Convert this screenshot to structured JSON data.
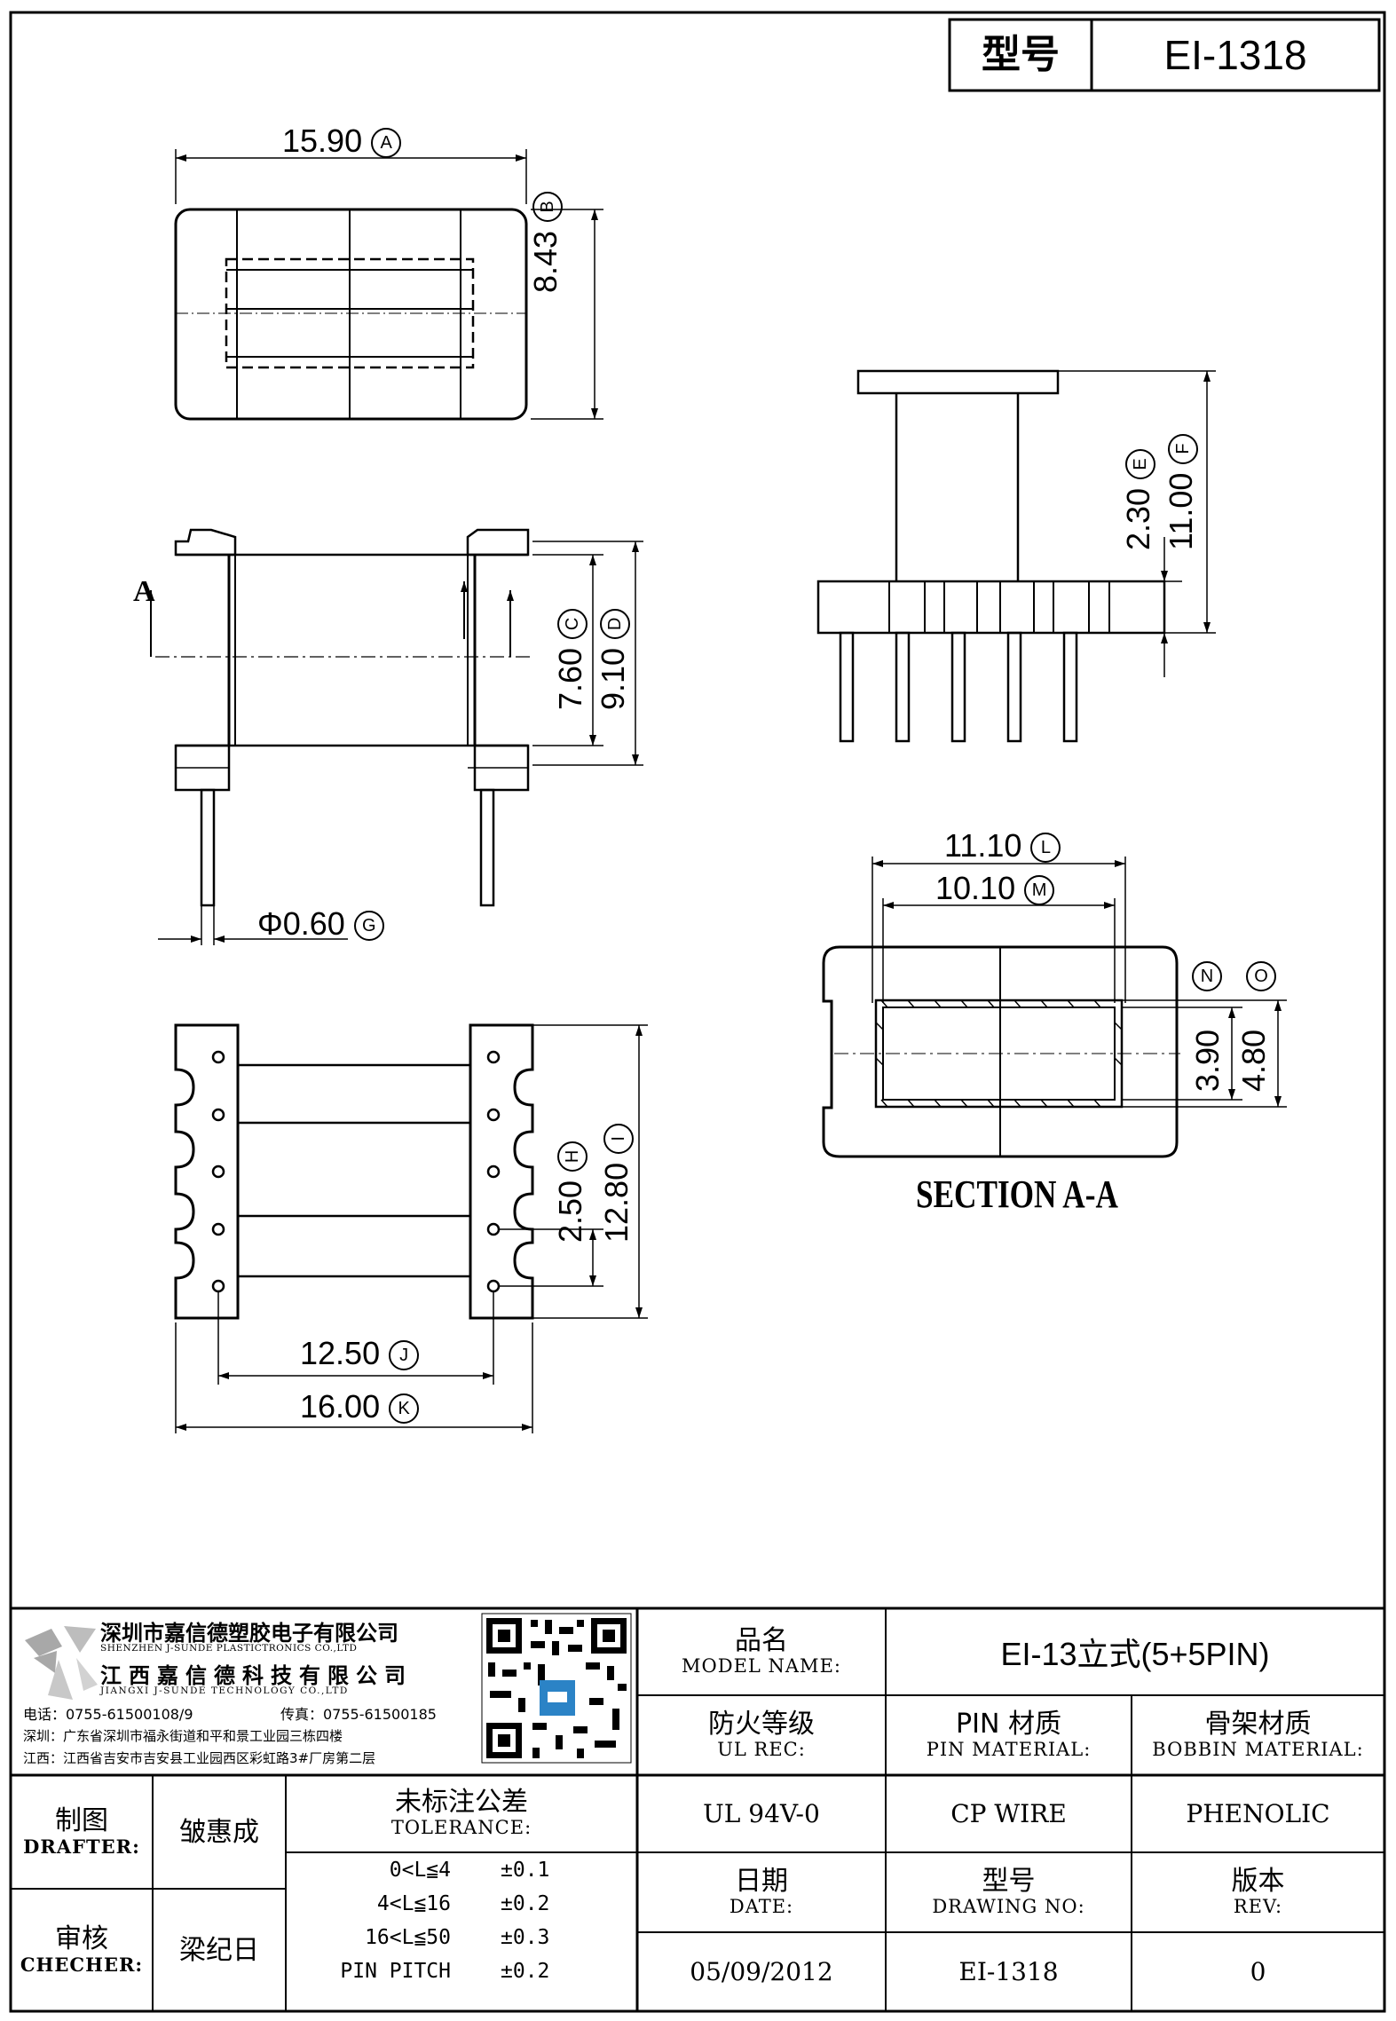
{
  "header": {
    "model_label": "型号",
    "model_value": "EI-1318"
  },
  "dims": {
    "A": "15.90",
    "B": "8.43",
    "C": "7.60",
    "D": "9.10",
    "E": "2.30",
    "F": "11.00",
    "G": "Φ0.60",
    "H": "2.50",
    "I": "12.80",
    "J": "12.50",
    "K": "16.00",
    "L": "11.10",
    "M": "10.10",
    "N": "3.90",
    "O": "4.80"
  },
  "markers": {
    "A": "A",
    "B": "B",
    "C": "C",
    "D": "D",
    "E": "E",
    "F": "F",
    "G": "G",
    "H": "H",
    "I": "I",
    "J": "J",
    "K": "K",
    "L": "L",
    "M": "M",
    "N": "N",
    "O": "O"
  },
  "section": {
    "arrow_label": "A",
    "title": "SECTION A-A"
  },
  "company": {
    "name_sz": "深圳市嘉信德塑胶电子有限公司",
    "name_sz_en": "SHENZHEN J-SUNDE PLASTICTRONICS CO.,LTD",
    "name_jx": "江西嘉信德科技有限公司",
    "name_jx_en": "JIANGXI J-SUNDE TECHNOLOGY CO.,LTD",
    "tel": "电话：0755-61500108/9",
    "fax": "传真：0755-61500185",
    "addr_sz": "深圳：广东省深圳市福永街道和平和景工业园三栋四楼",
    "addr_jx": "江西：江西省吉安市吉安县工业园西区彩虹路3#厂房第二层"
  },
  "title_block": {
    "model_name_cn": "品名",
    "model_name_en": "MODEL NAME:",
    "model_name_value": "EI-13立式(5+5PIN)",
    "ul_cn": "防火等级",
    "ul_en": "UL REC:",
    "ul_value": "UL 94V-0",
    "pin_cn": "PIN 材质",
    "pin_en": "PIN MATERIAL:",
    "pin_value": "CP WIRE",
    "bobbin_cn": "骨架材质",
    "bobbin_en": "BOBBIN MATERIAL:",
    "bobbin_value": "PHENOLIC",
    "drafter_cn": "制图",
    "drafter_en": "DRAFTER:",
    "drafter_value": "皱惠成",
    "checker_cn": "审核",
    "checker_en": "CHECHER:",
    "checker_value": "梁纪日",
    "tolerance_cn": "未标注公差",
    "tolerance_en": "TOLERANCE:",
    "tolerances": [
      {
        "range": "0<L≦4",
        "value": "±0.1"
      },
      {
        "range": "4<L≦16",
        "value": "±0.2"
      },
      {
        "range": "16<L≦50",
        "value": "±0.3"
      },
      {
        "range": "PIN PITCH",
        "value": "±0.2"
      }
    ],
    "date_cn": "日期",
    "date_en": "DATE:",
    "date_value": "05/09/2012",
    "drawing_cn": "型号",
    "drawing_en": "DRAWING NO:",
    "drawing_value": "EI-1318",
    "rev_cn": "版本",
    "rev_en": "REV:",
    "rev_value": "0"
  }
}
